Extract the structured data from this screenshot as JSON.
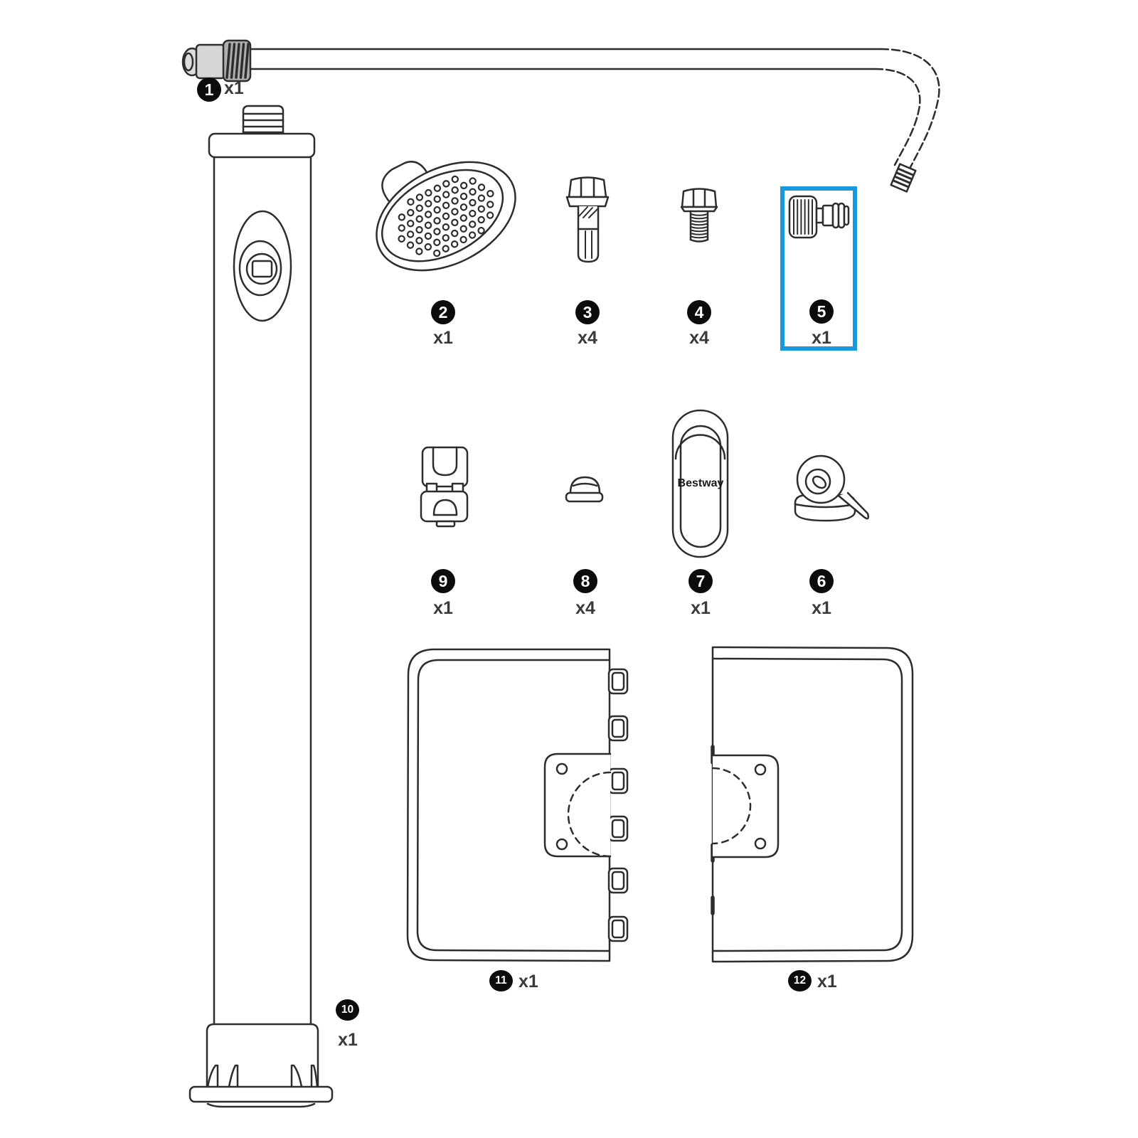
{
  "brand": {
    "label": "Bestway"
  },
  "highlight": {
    "highlighted_part": "5",
    "color": "#1999dc"
  },
  "colors": {
    "line": "#2d2d2d",
    "background": "#ffffff",
    "badge": "#0c0c0c"
  },
  "parts": [
    {
      "num": "1",
      "qty": "x1"
    },
    {
      "num": "2",
      "qty": "x1"
    },
    {
      "num": "3",
      "qty": "x4"
    },
    {
      "num": "4",
      "qty": "x4"
    },
    {
      "num": "5",
      "qty": "x1"
    },
    {
      "num": "6",
      "qty": "x1"
    },
    {
      "num": "7",
      "qty": "x1"
    },
    {
      "num": "8",
      "qty": "x4"
    },
    {
      "num": "9",
      "qty": "x1"
    },
    {
      "num": "10",
      "qty": "x1"
    },
    {
      "num": "11",
      "qty": "x1"
    },
    {
      "num": "12",
      "qty": "x1"
    }
  ]
}
